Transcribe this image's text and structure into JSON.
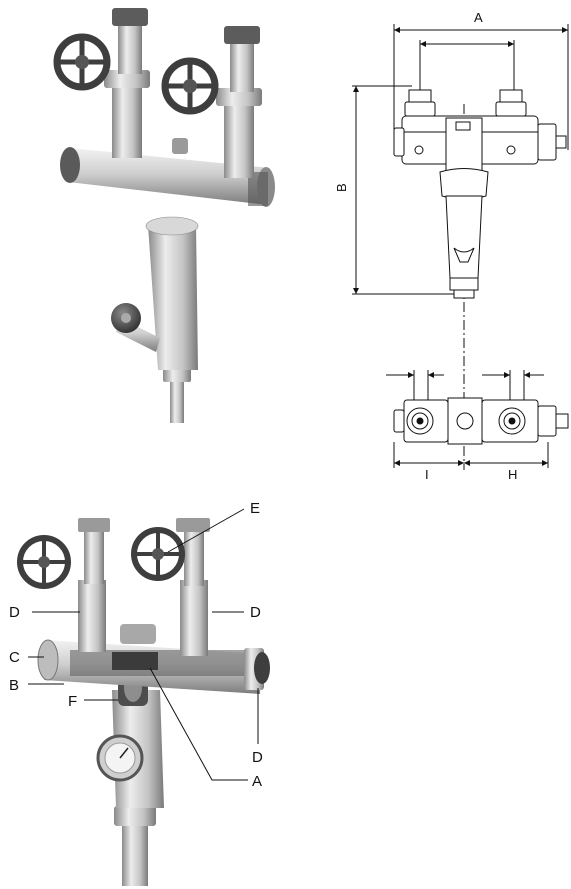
{
  "drawing": {
    "dim_a": "A",
    "dim_b": "B",
    "dim_i": "I",
    "dim_h": "H"
  },
  "callouts": {
    "e": "E",
    "d_left": "D",
    "d_right": "D",
    "d_bottom": "D",
    "c": "C",
    "b": "B",
    "f": "F",
    "a": "A"
  },
  "colors": {
    "metal_light": "#e4e4e4",
    "metal_mid": "#b8b8b8",
    "metal_dark": "#6e6e6e",
    "handwheel": "#4a4a4a",
    "line": "#111111"
  }
}
